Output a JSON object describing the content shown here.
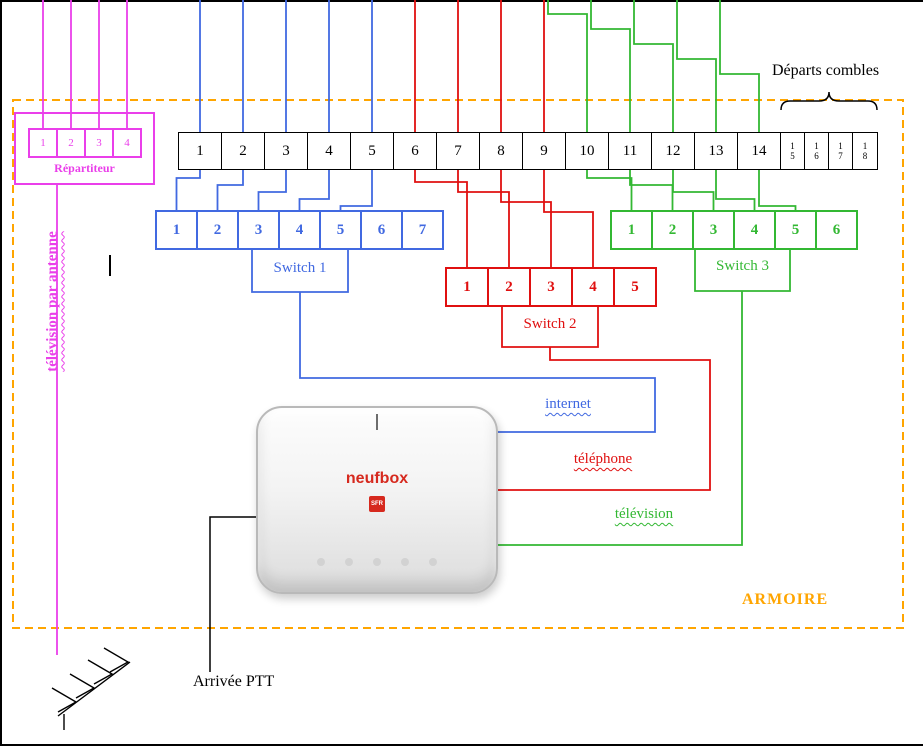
{
  "colors": {
    "blue": "#4169E1",
    "red": "#E01010",
    "green": "#33B833",
    "magenta": "#EA3FEA",
    "orange": "#FFA500",
    "brand_red": "#D6291E"
  },
  "repartiteur": {
    "label": "Répartiteur",
    "ports": [
      "1",
      "2",
      "3",
      "4"
    ]
  },
  "patch_panel": {
    "ports": [
      "1",
      "2",
      "3",
      "4",
      "5",
      "6",
      "7",
      "8",
      "9",
      "10",
      "11",
      "12",
      "13",
      "14"
    ],
    "combles_ports": [
      "15",
      "16",
      "17",
      "18"
    ],
    "combles_label": "Départs combles"
  },
  "switches": {
    "switch1": {
      "label": "Switch 1",
      "ports": [
        "1",
        "2",
        "3",
        "4",
        "5",
        "6",
        "7"
      ]
    },
    "switch2": {
      "label": "Switch 2",
      "ports": [
        "1",
        "2",
        "3",
        "4",
        "5"
      ]
    },
    "switch3": {
      "label": "Switch 3",
      "ports": [
        "1",
        "2",
        "3",
        "4",
        "5",
        "6"
      ]
    }
  },
  "links": {
    "internet": "internet",
    "telephone": "téléphone",
    "television": "télévision"
  },
  "antenna_feed_label": "télévision par antenne",
  "cabinet_label": "ARMOIRE",
  "ptt_label": "Arrivée PTT",
  "router": {
    "brand": "neufbox",
    "logo": "SFR"
  }
}
